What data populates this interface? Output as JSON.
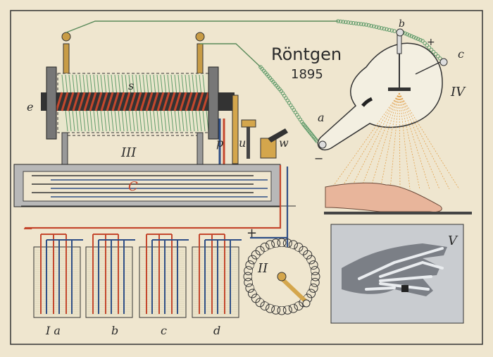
{
  "title": {
    "name": "Röntgen",
    "year": "1895"
  },
  "labels": {
    "s": "s",
    "e": "e",
    "III": "III",
    "C": "C",
    "p": "p",
    "u": "u",
    "w": "w",
    "minus_left": "−",
    "plus_mid": "+",
    "II": "II",
    "Ia": "I a",
    "b_cell": "b",
    "c_cell": "c",
    "d_cell": "d",
    "a": "a",
    "b_tube": "b",
    "c_tube": "c",
    "plus_tube": "+",
    "minus_tube": "−",
    "IV": "IV",
    "V": "V"
  },
  "colors": {
    "paper": "#efe6cf",
    "red": "#c4472d",
    "blue": "#2f4f86",
    "green": "#5f9b6a",
    "gray": "#777777",
    "orange": "#e2a24e"
  }
}
